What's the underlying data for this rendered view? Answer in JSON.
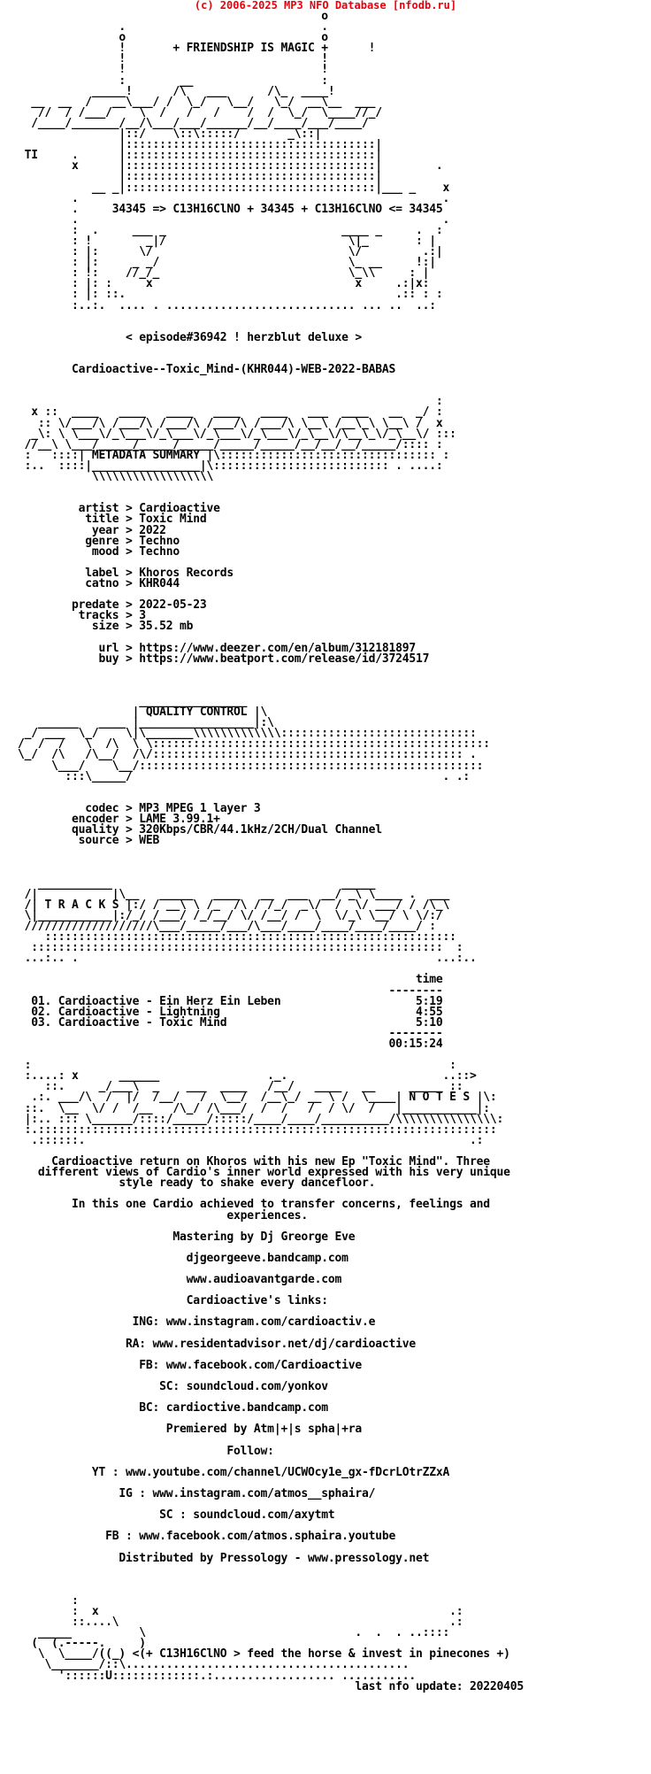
{
  "header": {
    "copyright": "(c) 2006-2025 MP3 NFO Database [nfodb.ru]"
  },
  "nfo": {
    "lines": [
      "                                             o",
      "               .                             .",
      "               o                             o",
      "               !       + FRIENDSHIP IS MAGIC +      !",
      "               !                             !",
      "               !                             !",
      "               :        __                   :",
      "           _____!      /\\   ___      /\\_  ____!",
      "  __  __  /   __\\___/ /  \\_/   \\__/   \\_/  __\\__  ___",
      "   //  / /___/    \\  /   /   /    /  /  \\_/  \\____//_/",
      "  /____/_______/__/\\___/___/______/__/____/___/____/",
      "               |::/    \\::\\:::::/       _\\::|",
      "               |:::::::::::::::::::::::::::::::::::::|",
      " TI     .      |:::::::::::::::::::::::::::::::::::::|",
      "        x      |:::::::::::::::::::::::::::::::::::::|        .",
      "               |:::::::::::::::::::::::::::::::::::::|",
      "           __ _|:::::::::::::::::::::::::::::::::::::|___ _    x",
      "        .                                                      .",
      "        .     34345 => C13H16ClNO + 34345 + C13H16ClNO <= 34345",
      "        .                                                      .",
      "        :  .     ___ _                          ____ _     .  :",
      "        : !        _|/                           \\|_       : |",
      "        : |:      \\/                             \\/         .:|",
      "        : |:     _ _/                            \\_ __     !:|",
      "        : !:    //_/_                            \\_\\\\     : |",
      "        : |: :     x                              x     .:|x:",
      "        : |: ::.                                        .:: : :",
      "        :..:.  .... . ............................ ... ..  ..:",
      "",
      "",
      "                < episode#36942 ! herzblut deluxe >",
      "",
      "",
      "        Cardioactive--Toxic_Mind-(KHR044)-WEB-2022-BABAS",
      "",
      "",
      "                                                              :",
      "  x ::  ____   ____   ____   ____   ____   ___  ____   __  _/ :",
      "   :: \\/___/\\ /___/\\ /___/\\ /___/\\ /___/\\ \\__\\ /__\\_\\ \\__\\ /  x",
      "  _\\: \\ \\___\\/_\\___\\/_\\___\\/_\\___\\/_\\___\\/_\\__\\/\\__\\_\\/_\\__\\/ :::",
      " //__\\ \\___/_____/_____/_____/_____/_____/__/__/__/_____/:::: :",
      " :   ::::| METADATA SUMMARY |\\:::::::::::::::::::::::::::::::: :",
      " :..  ::::|________________|\\:::::::::::::::::::::::::: . ....:",
      "           \\\\\\\\\\\\\\\\\\\\\\\\\\\\\\\\\\\\",
      "",
      "",
      "         artist > Cardioactive",
      "          title > Toxic Mind",
      "           year > 2022",
      "          genre > Techno",
      "           mood > Techno",
      "",
      "          label > Khoros Records",
      "          catno > KHR044",
      "",
      "        predate > 2022-05-23",
      "         tracks > 3",
      "           size > 35.52 mb",
      "",
      "            url > https://www.deezer.com/en/album/312181897",
      "            buy > https://www.beatport.com/release/id/3724517",
      "",
      "",
      "",
      "                  ________________",
      "                 | QUALITY CONTROL |\\",
      "   ______   ____ |_________________|:\\",
      " _/ ___  \\_/    \\|\\_______\\\\\\\\\\\\\\\\\\\\\\\\\\:::::::::::::::::::::::::::::",
      "/  /  /   \\  /\\  \\ \\::::::::::::::::::::::::::::::::::::::::::::::::::",
      "\\_/  /\\   /\\__/  /\\/:::::::::::::::::::::::::::::::::::::::::::::: .",
      "     \\___/    \\__/:::::::::::::::::::::::::::::::::::::::::::::::::::",
      "       :::\\_____/                                              . .:",
      "",
      "",
      "          codec > MP3 MPEG 1 layer 3",
      "        encoder > LAME 3.99.1+",
      "        quality > 320Kbps/CBR/44.1kHz/2CH/Dual Channel",
      "         source > WEB",
      "",
      "",
      "",
      "   ___________                                  _____",
      " /|           |\\__   _____   ____   __  ___  __/ _\\ \\____ .  ___",
      " /| T R A C K S |:/ / __\\ \\ /_  /\\ / /_/  _\\/  /  \\/ ___/ / /\\_\\",
      " \\|___________|:/_/ /___/ /_/__/ \\/ /__/ /  \\  \\/_\\ \\__/ \\ \\/:/",
      " ///////////////////\\___/_____/___/\\___/____/____/____/____/ :",
      "    :::::::::::::::::::::::::::::::::::::::::::::::::::::::::::::",
      "  :::::::::::::::::::::::::::::::::::::::::::::::::::::::::::::  :",
      " ...:.. .                                                     ...:..",
      "",
      "                                                           time",
      "                                                       --------",
      "  01. Cardioactive - Ein Herz Ein Leben                    5:19",
      "  02. Cardioactive - Lightning                             4:55",
      "  03. Cardioactive - Toxic Mind                            5:10",
      "                                                       --------",
      "                                                       00:15:24",
      "",
      " :                                                              :",
      " :....: x      ______                ._.                       ..::>",
      "    ::.     _/___\\  _    ___  ____   /__/   ____   __     _____ ::",
      "  .:. ___/\\  /  |/  /__/   /  \\__/  /__\\_/ __ \\ /  \\____| N O T E S |\\:",
      " ::.  \\__  \\/ /  /__   /\\_/ /\\___/  /  /   /  / \\/  /   |___________|:",
      " |:.. ::: \\______/::::/_____/:::::/____/____/__________/\\\\\\\\\\\\\\\\\\\\\\\\\\\\\\:",
      " :.::::::::::::::::::::::::::::::::::::::::::::::::::::::::::::::::::::",
      "  .::::::.                                                         .:",
      "",
      "     Cardioactive return on Khoros with his new Ep \"Toxic Mind\". Three",
      "   different views of Cardio's inner world expressed with his very unique",
      "               style ready to shake every dancefloor.",
      "",
      "        In this one Cardio achieved to transfer concerns, feelings and",
      "                               experiences.",
      "",
      "                       Mastering by Dj Greorge Eve",
      "",
      "                         djgeorgeeve.bandcamp.com",
      "",
      "                         www.audioavantgarde.com",
      "",
      "                         Cardioactive's links:",
      "",
      "                 ING: www.instagram.com/cardioactiv.e",
      "",
      "                RA: www.residentadvisor.net/dj/cardioactive",
      "",
      "                  FB: www.facebook.com/Cardioactive",
      "",
      "                     SC: soundcloud.com/yonkov",
      "",
      "                  BC: cardioctive.bandcamp.com",
      "",
      "                      Premiered by Atm|+|s spha|+ra",
      "",
      "                               Follow:",
      "",
      "           YT : www.youtube.com/channel/UCWOcy1e_gx-fDcrLOtrZZxA",
      "",
      "               IG : www.instagram.com/atmos__sphaira/",
      "",
      "                     SC : soundcloud.com/axytmt",
      "",
      "             FB : www.facebook.com/atmos.sphaira.youtube",
      "",
      "               Distributed by Pressology - www.pressology.net",
      "",
      "",
      "",
      "        :",
      "        :  x                                                    .:",
      "        ::....\\                                                 .:",
      "   _____          \\                               .  .  . ..::::",
      "  (  (.-----.     )",
      "   \\  \\____/((_) <(+ C13H16ClNO > feed the horse & invest in pinecones +)",
      "    \\_______/::\\..........................................",
      "      '::::::U:::::::::::::.:.................. ...........",
      "                                                  last nfo update: 20220405"
    ]
  }
}
